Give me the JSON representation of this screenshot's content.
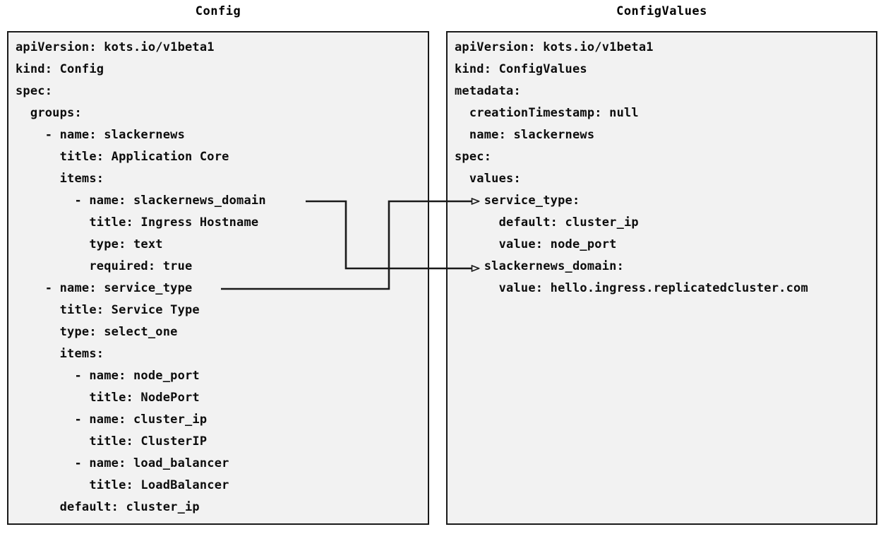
{
  "diagram": {
    "type": "yaml-mapping-diagram",
    "background": "#ffffff",
    "panel_background": "#f2f2f2",
    "panel_border_color": "#1a1a1a",
    "connector_color": "#1a1a1a"
  },
  "left_panel": {
    "title": "Config",
    "lines": [
      "apiVersion: kots.io/v1beta1",
      "kind: Config",
      "spec:",
      "  groups:",
      "    - name: slackernews",
      "      title: Application Core",
      "      items:",
      "        - name: slackernews_domain",
      "          title: Ingress Hostname",
      "          type: text",
      "          required: true",
      "    - name: service_type",
      "      title: Service Type",
      "      type: select_one",
      "      items:",
      "        - name: node_port",
      "          title: NodePort",
      "        - name: cluster_ip",
      "          title: ClusterIP",
      "        - name: load_balancer",
      "          title: LoadBalancer",
      "      default: cluster_ip"
    ]
  },
  "right_panel": {
    "title": "ConfigValues",
    "lines": [
      "apiVersion: kots.io/v1beta1",
      "kind: ConfigValues",
      "metadata:",
      "  creationTimestamp: null",
      "  name: slackernews",
      "spec:",
      "  values:",
      "    service_type:",
      "      default: cluster_ip",
      "      value: node_port",
      "    slackernews_domain:",
      "      value: hello.ingress.replicatedcluster.com"
    ]
  },
  "connectors": [
    {
      "name": "slackernews-domain-connector",
      "from_label": "slackernews_domain",
      "from_panel": "Config",
      "to_label": "slackernews_domain",
      "to_panel": "ConfigValues",
      "arrow_head": "open-triangle"
    },
    {
      "name": "service-type-connector",
      "from_label": "service_type",
      "from_panel": "Config",
      "to_label": "service_type",
      "to_panel": "ConfigValues",
      "arrow_head": "open-triangle"
    }
  ]
}
